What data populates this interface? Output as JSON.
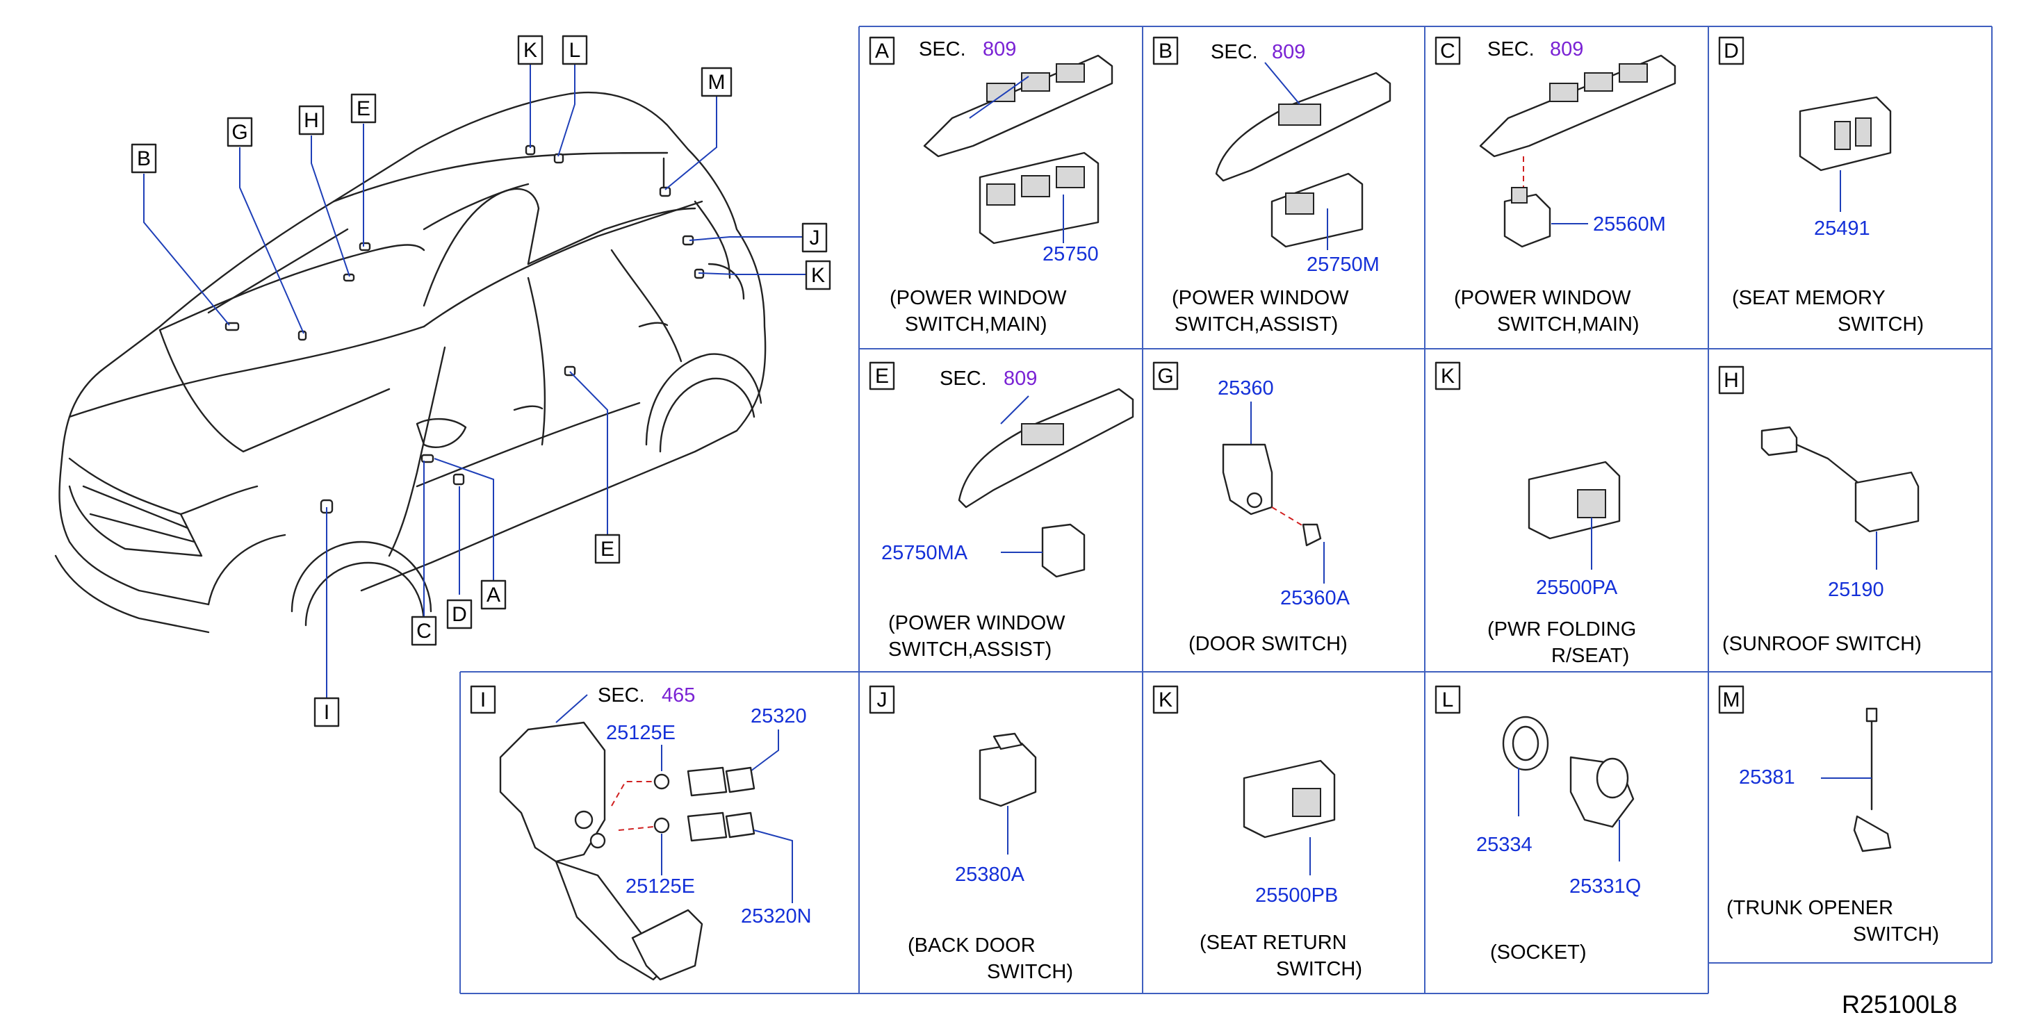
{
  "reference_code": "R25100L8",
  "car_callouts": [
    "B",
    "G",
    "H",
    "E",
    "K",
    "L",
    "M",
    "J",
    "K",
    "E",
    "A",
    "D",
    "C",
    "I"
  ],
  "panels": {
    "A": {
      "letter": "A",
      "sec_label": "SEC.",
      "sec_num": "809",
      "parts": [
        "25750"
      ],
      "desc1": "(POWER   WINDOW",
      "desc2": "SWITCH,MAIN)"
    },
    "B": {
      "letter": "B",
      "sec_label": "SEC.",
      "sec_num": "809",
      "parts": [
        "25750M"
      ],
      "desc1": "(POWER   WINDOW",
      "desc2": "SWITCH,ASSIST)"
    },
    "C": {
      "letter": "C",
      "sec_label": "SEC.",
      "sec_num": "809",
      "parts": [
        "25560M"
      ],
      "desc1": "(POWER   WINDOW",
      "desc2": "SWITCH,MAIN)"
    },
    "D": {
      "letter": "D",
      "parts": [
        "25491"
      ],
      "desc1": "(SEAT   MEMORY",
      "desc2": "SWITCH)"
    },
    "E": {
      "letter": "E",
      "sec_label": "SEC.",
      "sec_num": "809",
      "parts": [
        "25750MA"
      ],
      "desc1": "(POWER   WINDOW",
      "desc2": "SWITCH,ASSIST)"
    },
    "G": {
      "letter": "G",
      "parts": [
        "25360",
        "25360A"
      ],
      "desc1": "(DOOR   SWITCH)"
    },
    "K1": {
      "letter": "K",
      "parts": [
        "25500PA"
      ],
      "desc1": "(PWR   FOLDING",
      "desc2": "R/SEAT)"
    },
    "H": {
      "letter": "H",
      "parts": [
        "25190"
      ],
      "desc1": "(SUNROOF   SWITCH)"
    },
    "I": {
      "letter": "I",
      "sec_label": "SEC.",
      "sec_num": "465",
      "parts": [
        "25125E",
        "25320",
        "25125E",
        "25320N"
      ]
    },
    "J": {
      "letter": "J",
      "parts": [
        "25380A"
      ],
      "desc1": "(BACK   DOOR",
      "desc2": "SWITCH)"
    },
    "K2": {
      "letter": "K",
      "parts": [
        "25500PB"
      ],
      "desc1": "(SEAT   RETURN",
      "desc2": "SWITCH)"
    },
    "L": {
      "letter": "L",
      "parts": [
        "25334",
        "25331Q"
      ],
      "desc1": "(SOCKET)"
    },
    "M": {
      "letter": "M",
      "parts": [
        "25381"
      ],
      "desc1": "(TRUNK   OPENER",
      "desc2": "SWITCH)"
    }
  },
  "colors": {
    "part_number": "#1430d8",
    "sec_number": "#7a22d4",
    "panel_border": "#3f5fbf",
    "leader": "#1e3fb8",
    "dashed_leader": "#d02020"
  }
}
